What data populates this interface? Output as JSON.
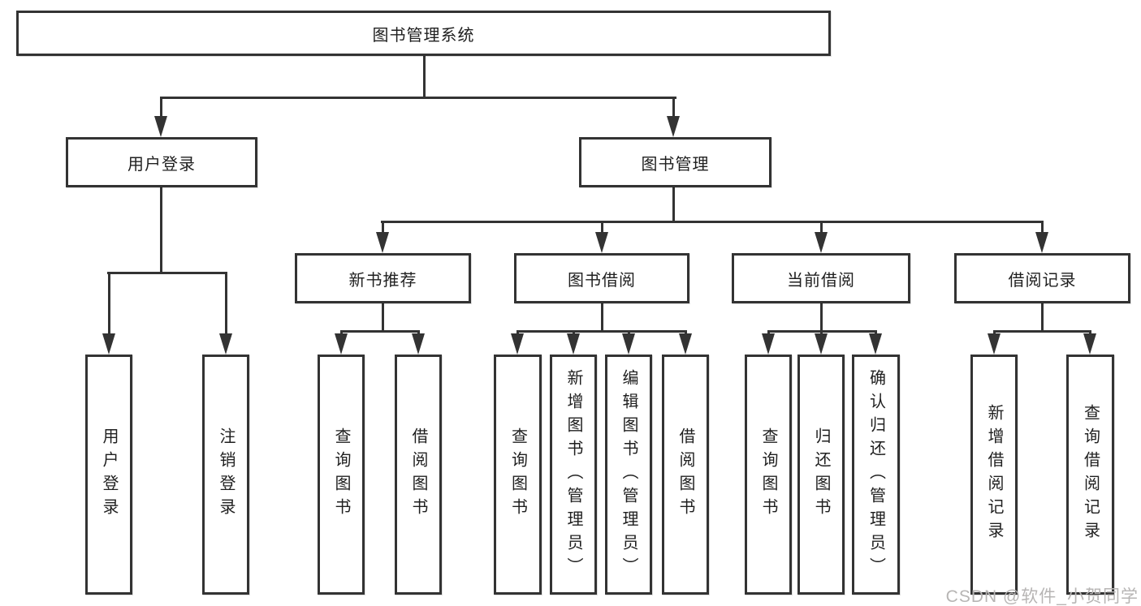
{
  "diagram": {
    "type": "hierarchy-flowchart",
    "root": {
      "label": "图书管理系统"
    },
    "branches": [
      {
        "label": "用户登录",
        "children": [
          {
            "label": "用户登录"
          },
          {
            "label": "注销登录"
          }
        ]
      },
      {
        "label": "图书管理",
        "children": [
          {
            "label": "新书推荐",
            "children": [
              {
                "label": "查询图书"
              },
              {
                "label": "借阅图书"
              }
            ]
          },
          {
            "label": "图书借阅",
            "children": [
              {
                "label": "查询图书"
              },
              {
                "label": "新增图书（管理员）"
              },
              {
                "label": "编辑图书（管理员）"
              },
              {
                "label": "借阅图书"
              }
            ]
          },
          {
            "label": "当前借阅",
            "children": [
              {
                "label": "查询图书"
              },
              {
                "label": "归还图书"
              },
              {
                "label": "确认归还（管理员）"
              }
            ]
          },
          {
            "label": "借阅记录",
            "children": [
              {
                "label": "新增借阅记录"
              },
              {
                "label": "查询借阅记录"
              }
            ]
          }
        ]
      }
    ],
    "watermark": "CSDN @软件_小贺同学",
    "colors": {
      "line": "#333333",
      "text": "#1f1f1f",
      "box_background": "#ffffff",
      "page_background": "#ffffff",
      "watermark": "#b7b5b4"
    }
  }
}
